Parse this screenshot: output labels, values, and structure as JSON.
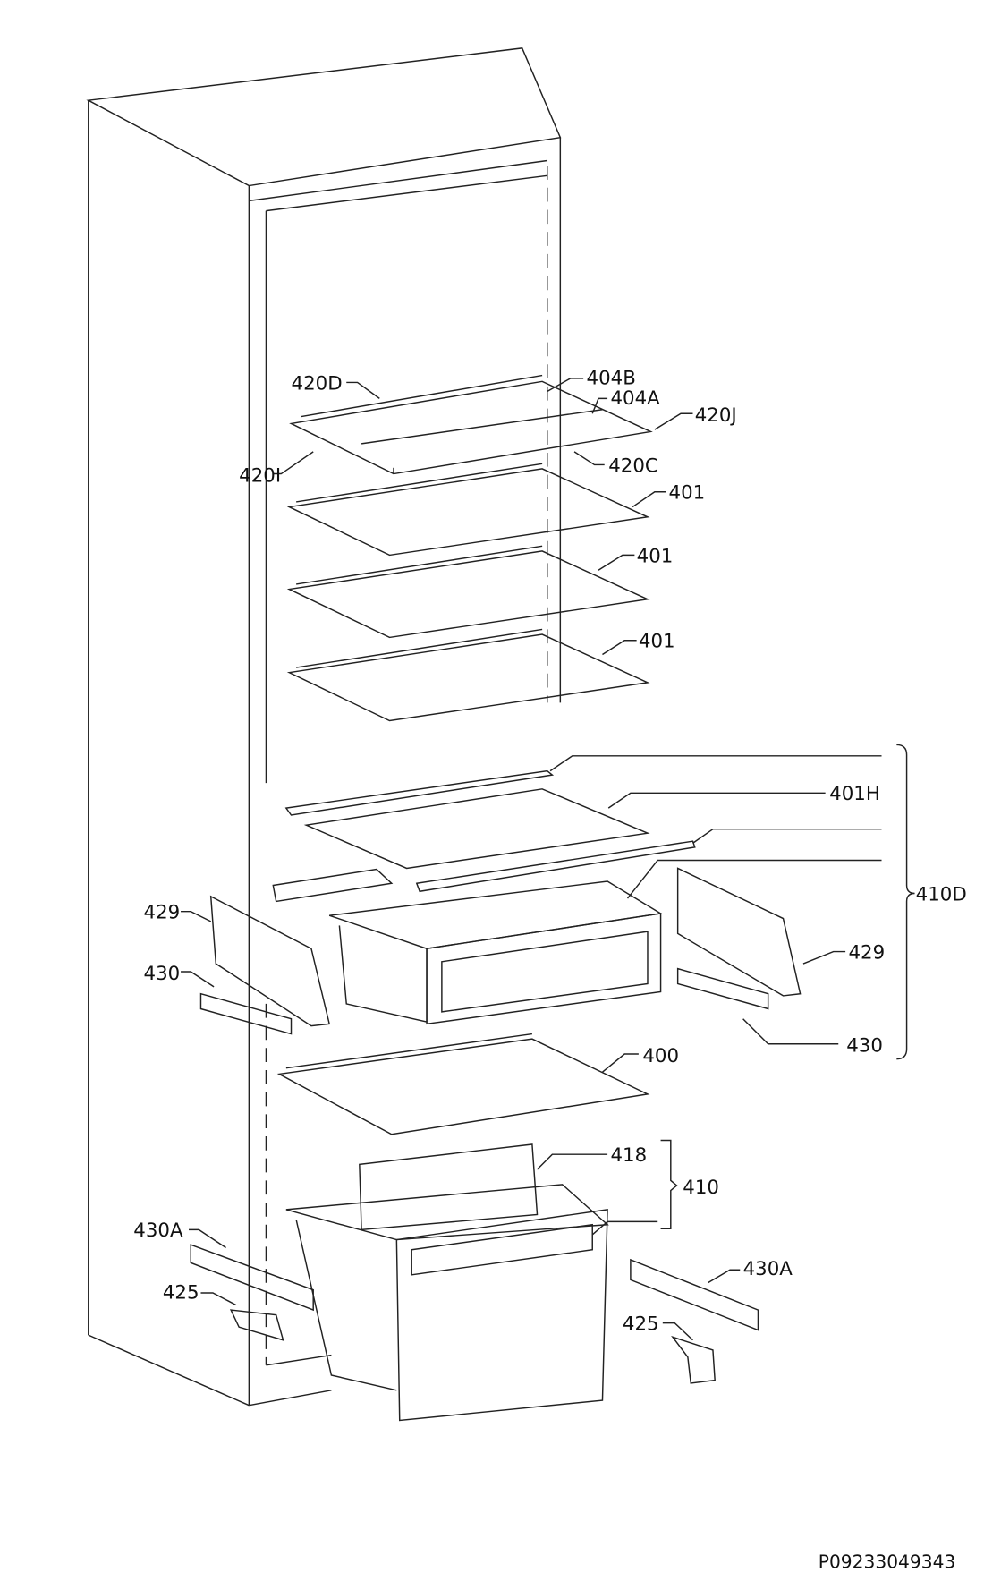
{
  "labels": {
    "l420D": "420D",
    "l404B": "404B",
    "l404A": "404A",
    "l420J": "420J",
    "l420I": "420I",
    "l420C": "420C",
    "l401a": "401",
    "l401b": "401",
    "l401c": "401",
    "l401H": "401H",
    "l410D": "410D",
    "l429L": "429",
    "l430L": "430",
    "l429R": "429",
    "l430R": "430",
    "l400": "400",
    "l418": "418",
    "l410": "410",
    "l430AL": "430A",
    "l425L": "425",
    "l430AR": "430A",
    "l425R": "425"
  },
  "footer": "P09233049343"
}
